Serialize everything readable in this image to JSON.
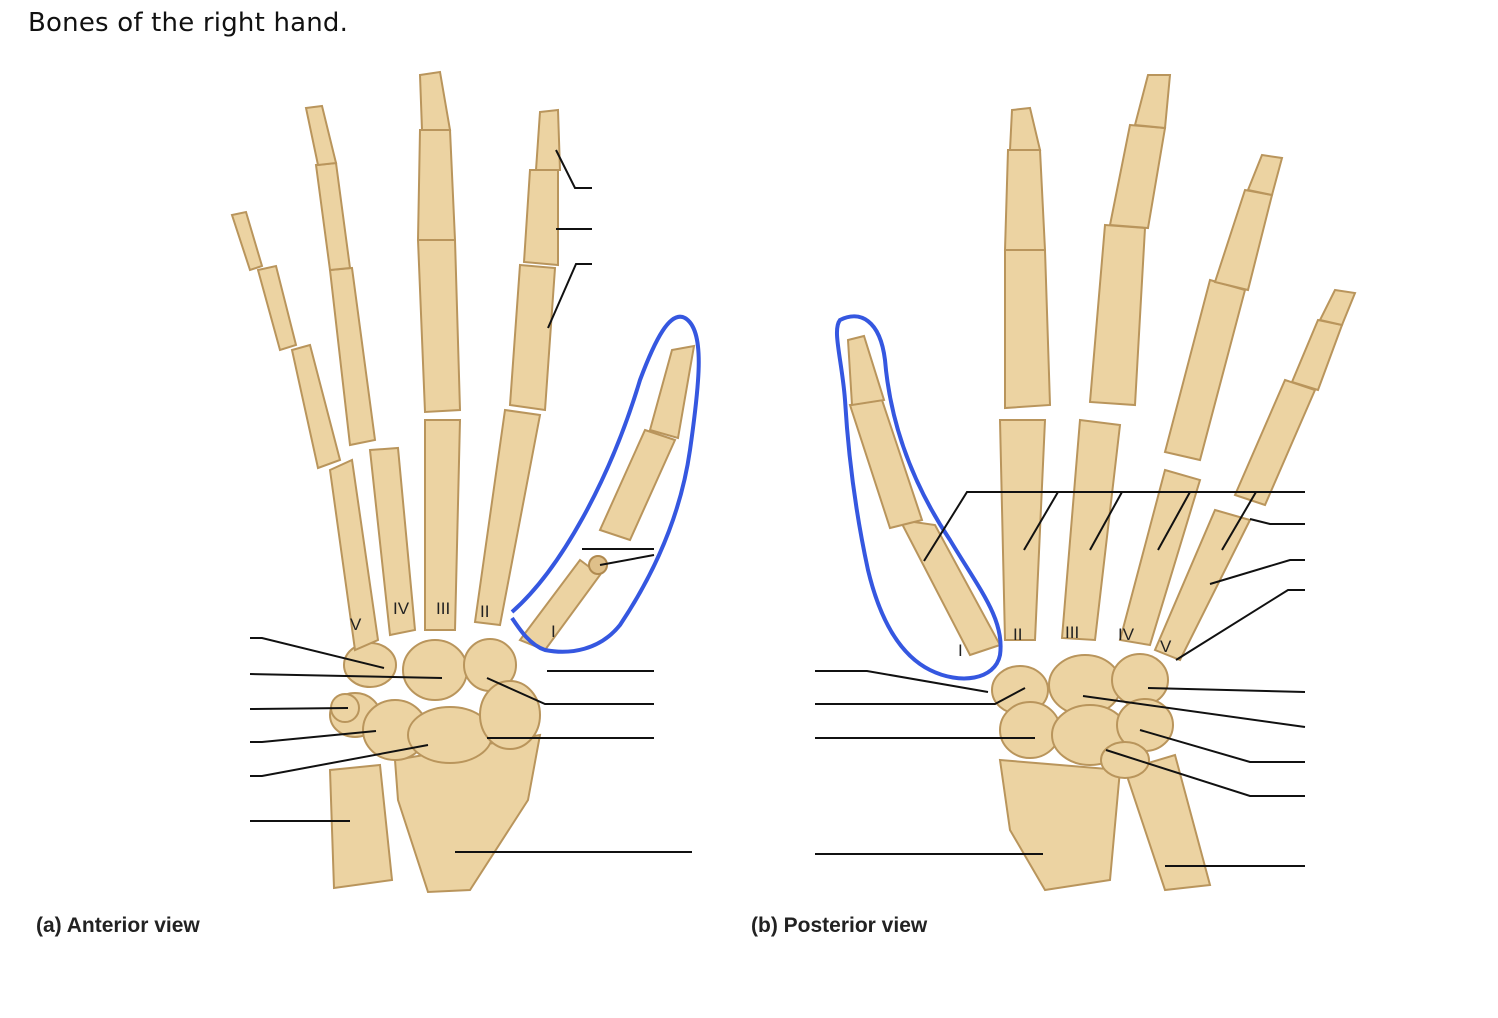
{
  "title": "Bones of the right hand.",
  "views": {
    "anterior": {
      "caption": "(a) Anterior view",
      "metacarpal_numerals": [
        "V",
        "IV",
        "III",
        "II",
        "I"
      ]
    },
    "posterior": {
      "caption": "(b) Posterior view",
      "metacarpal_numerals": [
        "I",
        "II",
        "III",
        "IV",
        "V"
      ]
    }
  },
  "colors": {
    "bone": "#ecd3a2",
    "bone_outline": "#b9955c",
    "highlight_outline": "#3557e0",
    "leader_line": "#111111"
  }
}
